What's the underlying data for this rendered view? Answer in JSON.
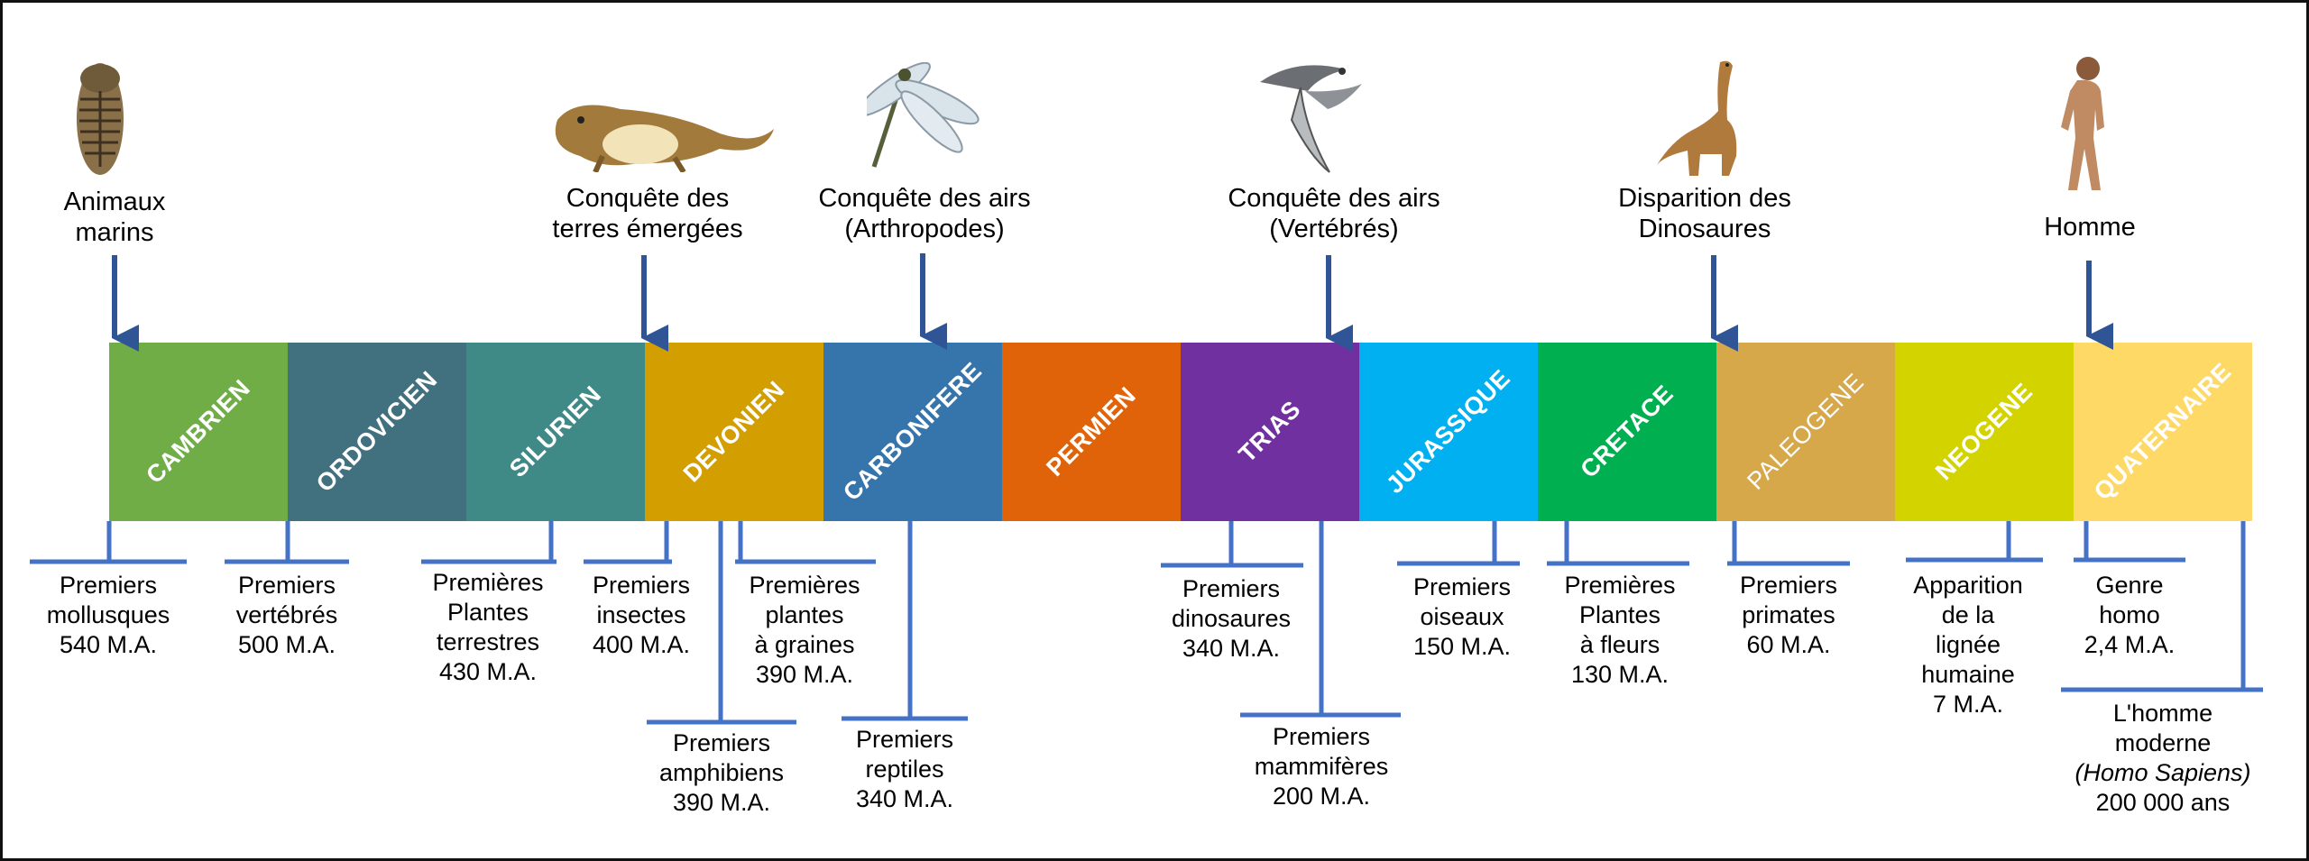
{
  "periods": [
    {
      "name": "CAMBRIEN",
      "color": "#70AD47"
    },
    {
      "name": "ORDOVICIEN",
      "color": "#41717F"
    },
    {
      "name": "SILURIEN",
      "color": "#3F8A87"
    },
    {
      "name": "DEVONIEN",
      "color": "#D39E00"
    },
    {
      "name": "CARBONIFERE",
      "color": "#3575AC"
    },
    {
      "name": "PERMIEN",
      "color": "#E16309"
    },
    {
      "name": "TRIAS",
      "color": "#7030A0"
    },
    {
      "name": "JURASSIQUE",
      "color": "#00B0F0"
    },
    {
      "name": "CRETACE",
      "color": "#00B050"
    },
    {
      "name": "PALEOGENE",
      "color": "#D6A84A"
    },
    {
      "name": "NEOGENE",
      "color": "#D3D300"
    },
    {
      "name": "QUATERNAIRE",
      "color": "#FFD966"
    }
  ],
  "events_top": [
    {
      "lines": [
        "Animaux",
        "marins"
      ],
      "icon": "trilobite-icon"
    },
    {
      "lines": [
        "Conquête des",
        "terres émergées"
      ],
      "icon": "amphibian-icon"
    },
    {
      "lines": [
        "Conquête des airs",
        "(Arthropodes)"
      ],
      "icon": "dragonfly-icon"
    },
    {
      "lines": [
        "Conquête des airs",
        "(Vertébrés)"
      ],
      "icon": "pterosaur-icon"
    },
    {
      "lines": [
        "Disparition des",
        "Dinosaures"
      ],
      "icon": "dinosaur-icon"
    },
    {
      "lines": [
        "Homme"
      ],
      "icon": "hominid-icon"
    }
  ],
  "events_bottom": [
    {
      "lines": [
        "Premiers",
        "mollusques",
        "540 M.A."
      ]
    },
    {
      "lines": [
        "Premiers",
        "vertébrés",
        "500 M.A."
      ]
    },
    {
      "lines": [
        "Premières",
        "Plantes",
        "terrestres",
        "430 M.A."
      ]
    },
    {
      "lines": [
        "Premiers",
        "insectes",
        "400 M.A."
      ]
    },
    {
      "lines": [
        "Premières",
        "plantes",
        "à graines",
        "390 M.A."
      ]
    },
    {
      "lines": [
        "Premiers",
        "amphibiens",
        "390 M.A."
      ]
    },
    {
      "lines": [
        "Premiers",
        "reptiles",
        "340 M.A."
      ]
    },
    {
      "lines": [
        "Premiers",
        "dinosaures",
        "340 M.A."
      ]
    },
    {
      "lines": [
        "Premiers",
        "mammifères",
        "200 M.A."
      ]
    },
    {
      "lines": [
        "Premiers",
        "oiseaux",
        "150 M.A."
      ]
    },
    {
      "lines": [
        "Premières",
        "Plantes",
        "à fleurs",
        "130 M.A."
      ]
    },
    {
      "lines": [
        "Premiers",
        "primates",
        "60 M.A."
      ]
    },
    {
      "lines": [
        "Apparition",
        "de la",
        "lignée",
        "humaine",
        "7 M.A."
      ]
    },
    {
      "lines": [
        "Genre",
        "homo",
        "2,4 M.A."
      ]
    },
    {
      "lines": [
        "L'homme",
        "moderne",
        "(Homo Sapiens)",
        "200 000 ans"
      ]
    }
  ],
  "line_color": "#4472C4"
}
